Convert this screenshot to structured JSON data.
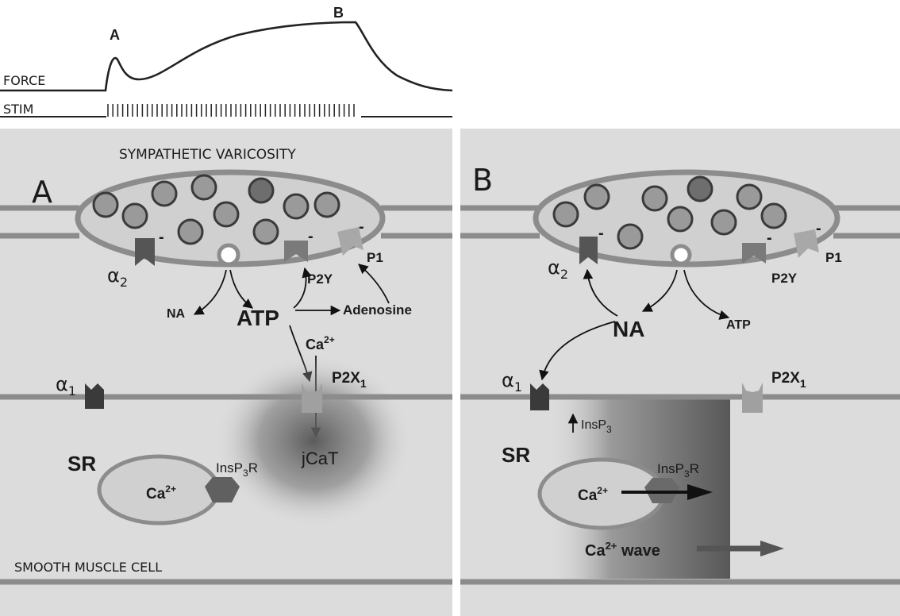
{
  "trace": {
    "force_label": "FORCE",
    "stim_label": "STIM",
    "point_a": "A",
    "point_b": "B"
  },
  "panel_a": {
    "letter": "A",
    "varicosity_label": "SYMPATHETIC VARICOSITY",
    "cell_label": "SMOOTH MUSCLE CELL",
    "na": "NA",
    "atp": "ATP",
    "adenosine": "Adenosine",
    "alpha2": "α",
    "alpha2_sub": "2",
    "p2y": "P2Y",
    "p1": "P1",
    "ca": "Ca",
    "ca_sup": "2+",
    "alpha1": "α",
    "alpha1_sub": "1",
    "p2x": "P2X",
    "p2x_sub": "1",
    "sr": "SR",
    "sr_ca": "Ca",
    "sr_ca_sup": "2+",
    "insp3r_a": "InsP",
    "insp3r_sub": "3",
    "insp3r_b": "R",
    "jcat": "jCaT",
    "minus": "-"
  },
  "panel_b": {
    "letter": "B",
    "na": "NA",
    "atp": "ATP",
    "alpha2": "α",
    "alpha2_sub": "2",
    "p2y": "P2Y",
    "p1": "P1",
    "alpha1": "α",
    "alpha1_sub": "1",
    "p2x": "P2X",
    "p2x_sub": "1",
    "insp3": "InsP",
    "insp3_sub": "3",
    "sr": "SR",
    "sr_ca": "Ca",
    "sr_ca_sup": "2+",
    "insp3r_a": "InsP",
    "insp3r_sub": "3",
    "insp3r_b": "R",
    "wave_ca": "Ca",
    "wave_sup": "2+",
    "wave_text": " wave",
    "minus": "-"
  },
  "colors": {
    "panel_bg": "#dcdcdc",
    "membrane": "#8c8c8c",
    "vesicle_fill": "#9a9a9a",
    "vesicle_dark": "#6e6e6e",
    "receptor_dark": "#3a3a3a",
    "receptor_mid": "#7a7a7a",
    "receptor_light": "#a8a8a8"
  }
}
